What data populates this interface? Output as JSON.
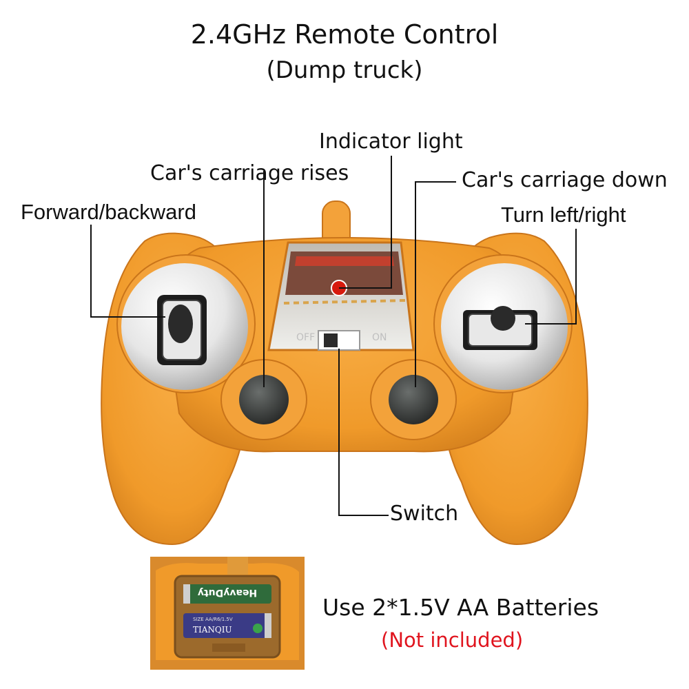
{
  "header": {
    "title": "2.4GHz Remote Control",
    "subtitle": "(Dump truck)"
  },
  "callouts": {
    "indicator": "Indicator light",
    "carriage_rises": "Car's carriage rises",
    "carriage_down": "Car's carriage down",
    "forward_backward": "Forward/backward",
    "turn": "Turn  left/right",
    "switch": "Switch"
  },
  "switch_panel": {
    "off": "OFF",
    "on": "ON"
  },
  "batteries": {
    "text": "Use 2*1.5V AA Batteries",
    "note": "(Not included)",
    "brand_top": "HeavyDuty",
    "brand_bottom": "TIANQIU",
    "size_text": "SIZE AA/R6/1.5V"
  },
  "colors": {
    "body": "#f09a2a",
    "body_shadow": "#c9741a",
    "note": "#e0141e",
    "button": "#3a3d3c"
  }
}
